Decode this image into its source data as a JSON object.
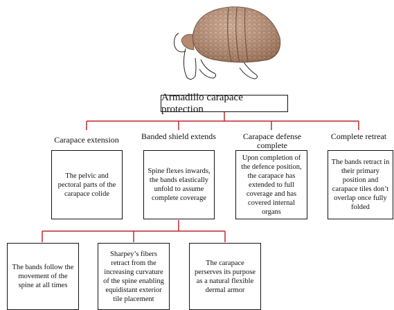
{
  "title": "Armadillo carapace protection",
  "stages": [
    {
      "heading": "Carapace extension",
      "text": "The pelvic and pectoral parts of the carapace colide"
    },
    {
      "heading": "Banded shield extends",
      "text": "Spine flexes inwards, the bands elastically unfold to assume complete coverage"
    },
    {
      "heading": "Carapace defense complete",
      "text": "Upon completion of the defence position, the carapace has extended to full coverage and has covered internal organs"
    },
    {
      "heading": "Complete retreat",
      "text": "The bands retract in their primary position and carapace tiles don’t overlap once fully folded"
    }
  ],
  "sub_items": [
    {
      "text": "The bands follow the movement of the spine at all times"
    },
    {
      "text": "Sharpey’s fibers retract from the increasing curvature of the spine enabling equidistant exterior tile placement"
    },
    {
      "text": "The carapace perserves its purpose as a natural flexible dermal armor"
    }
  ],
  "colors": {
    "connector": "#c0272d",
    "border": "#111111",
    "shell": "#b88a6c"
  }
}
